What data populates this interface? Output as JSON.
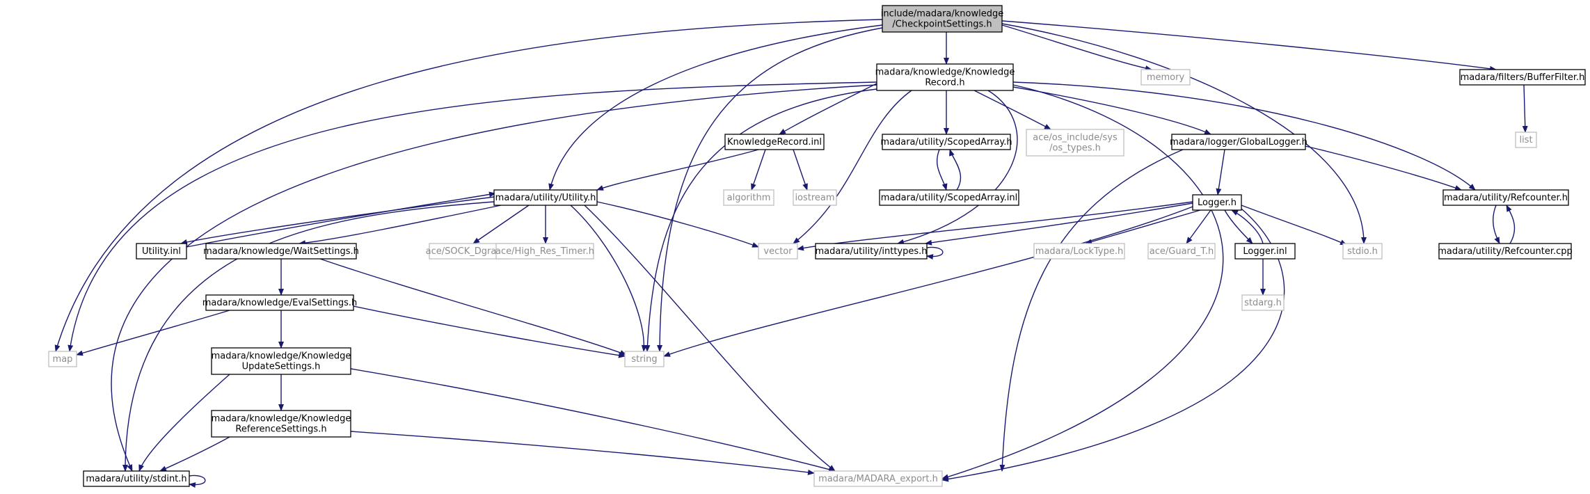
{
  "diagram": {
    "type": "include dependency graph",
    "colors": {
      "edge": "#191970",
      "root_fill": "#bfbfbf",
      "documented_border": "#000000",
      "external_border": "#bfbfbf",
      "external_text": "#8c8c8c"
    },
    "nodes": [
      {
        "id": "root",
        "kind": "root",
        "lines": [
          "include/madara/knowledge",
          "/CheckpointSettings.h"
        ]
      },
      {
        "id": "knowledgerecord_h",
        "kind": "doc",
        "lines": [
          "madara/knowledge/Knowledge",
          "Record.h"
        ]
      },
      {
        "id": "memory",
        "kind": "ext",
        "lines": [
          "memory"
        ]
      },
      {
        "id": "bufferfilter_h",
        "kind": "doc",
        "lines": [
          "madara/filters/BufferFilter.h"
        ]
      },
      {
        "id": "list",
        "kind": "ext",
        "lines": [
          "list"
        ]
      },
      {
        "id": "knowledgerecord_inl",
        "kind": "doc",
        "lines": [
          "KnowledgeRecord.inl"
        ]
      },
      {
        "id": "scopedarray_h",
        "kind": "doc",
        "lines": [
          "madara/utility/ScopedArray.h"
        ]
      },
      {
        "id": "os_types",
        "kind": "ext",
        "lines": [
          "ace/os_include/sys",
          "/os_types.h"
        ]
      },
      {
        "id": "globallogger_h",
        "kind": "doc",
        "lines": [
          "madara/logger/GlobalLogger.h"
        ]
      },
      {
        "id": "refcounter_h",
        "kind": "doc",
        "lines": [
          "madara/utility/Refcounter.h"
        ]
      },
      {
        "id": "algorithm",
        "kind": "ext",
        "lines": [
          "algorithm"
        ]
      },
      {
        "id": "iostream",
        "kind": "ext",
        "lines": [
          "iostream"
        ]
      },
      {
        "id": "scopedarray_inl",
        "kind": "doc",
        "lines": [
          "madara/utility/ScopedArray.inl"
        ]
      },
      {
        "id": "utility_h",
        "kind": "doc",
        "lines": [
          "madara/utility/Utility.h"
        ]
      },
      {
        "id": "logger_h",
        "kind": "doc",
        "lines": [
          "Logger.h"
        ]
      },
      {
        "id": "refcounter_cpp",
        "kind": "doc",
        "lines": [
          "madara/utility/Refcounter.cpp"
        ]
      },
      {
        "id": "utility_inl",
        "kind": "doc",
        "lines": [
          "Utility.inl"
        ]
      },
      {
        "id": "waitsettings_h",
        "kind": "doc",
        "lines": [
          "madara/knowledge/WaitSettings.h"
        ]
      },
      {
        "id": "sock_dgram",
        "kind": "ext",
        "lines": [
          "ace/SOCK_Dgram.h"
        ]
      },
      {
        "id": "high_res_timer",
        "kind": "ext",
        "lines": [
          "ace/High_Res_Timer.h"
        ]
      },
      {
        "id": "vector",
        "kind": "ext",
        "lines": [
          "vector"
        ]
      },
      {
        "id": "inttypes_h",
        "kind": "doc",
        "lines": [
          "madara/utility/inttypes.h"
        ]
      },
      {
        "id": "locktype_h",
        "kind": "ext",
        "lines": [
          "madara/LockType.h"
        ]
      },
      {
        "id": "guard_t",
        "kind": "ext",
        "lines": [
          "ace/Guard_T.h"
        ]
      },
      {
        "id": "logger_inl",
        "kind": "doc",
        "lines": [
          "Logger.inl"
        ]
      },
      {
        "id": "stdio",
        "kind": "ext",
        "lines": [
          "stdio.h"
        ]
      },
      {
        "id": "stdarg",
        "kind": "ext",
        "lines": [
          "stdarg.h"
        ]
      },
      {
        "id": "evalsettings_h",
        "kind": "doc",
        "lines": [
          "madara/knowledge/EvalSettings.h"
        ]
      },
      {
        "id": "map",
        "kind": "ext",
        "lines": [
          "map"
        ]
      },
      {
        "id": "string",
        "kind": "ext",
        "lines": [
          "string"
        ]
      },
      {
        "id": "updatesettings_h",
        "kind": "doc",
        "lines": [
          "madara/knowledge/Knowledge",
          "UpdateSettings.h"
        ]
      },
      {
        "id": "referencesettings_h",
        "kind": "doc",
        "lines": [
          "madara/knowledge/Knowledge",
          "ReferenceSettings.h"
        ]
      },
      {
        "id": "stdint_h",
        "kind": "doc",
        "lines": [
          "madara/utility/stdint.h"
        ]
      },
      {
        "id": "madara_export",
        "kind": "ext",
        "lines": [
          "madara/MADARA_export.h"
        ]
      }
    ]
  }
}
